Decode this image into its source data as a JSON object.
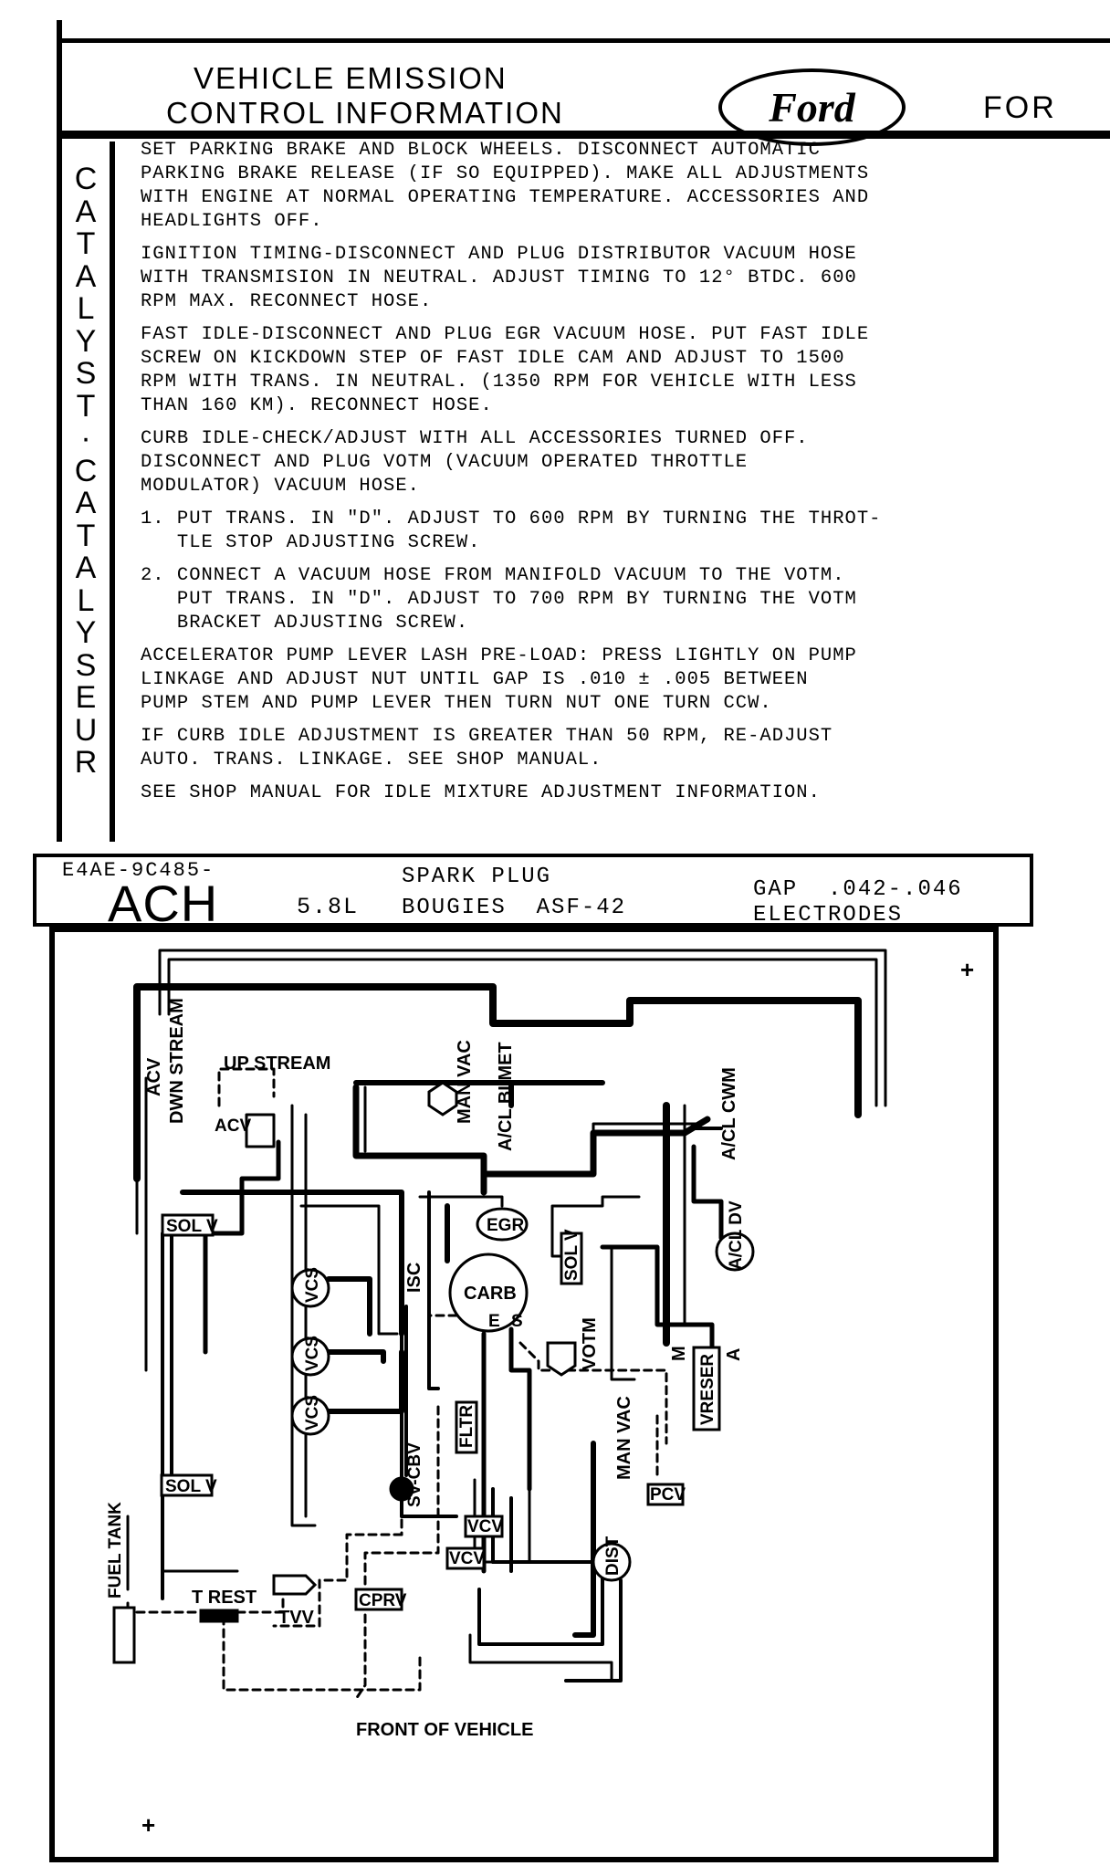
{
  "header": {
    "title_line1": "VEHICLE EMISSION",
    "title_line2": "CONTROL INFORMATION",
    "brand_logo": "Ford",
    "brand_text": "FOR"
  },
  "side_band": "CATALYST·CATALYSEUR",
  "instructions": [
    "SET PARKING BRAKE AND BLOCK WHEELS. DISCONNECT AUTOMATIC",
    "PARKING BRAKE RELEASE (IF SO EQUIPPED). MAKE ALL ADJUSTMENTS",
    "WITH ENGINE AT NORMAL OPERATING TEMPERATURE. ACCESSORIES AND",
    "HEADLIGHTS OFF.",
    "IGNITION TIMING-DISCONNECT AND PLUG DISTRIBUTOR VACUUM HOSE",
    "WITH TRANSMISION IN NEUTRAL. ADJUST TIMING TO 12° BTDC. 600",
    "RPM MAX. RECONNECT HOSE.",
    "FAST IDLE-DISCONNECT AND PLUG EGR VACUUM HOSE. PUT FAST IDLE",
    "SCREW ON KICKDOWN STEP OF FAST IDLE CAM AND ADJUST TO 1500",
    "RPM WITH TRANS. IN NEUTRAL. (1350 RPM FOR VEHICLE WITH LESS",
    "THAN 160 KM). RECONNECT HOSE.",
    "CURB IDLE-CHECK/ADJUST WITH ALL ACCESSORIES TURNED OFF.",
    "DISCONNECT AND PLUG VOTM (VACUUM OPERATED THROTTLE",
    "MODULATOR) VACUUM HOSE.",
    "1. PUT TRANS. IN \"D\". ADJUST TO 600 RPM BY TURNING THE THROT-",
    "   TLE STOP ADJUSTING SCREW.",
    "2. CONNECT A VACUUM HOSE FROM MANIFOLD VACUUM TO THE VOTM.",
    "   PUT TRANS. IN \"D\". ADJUST TO 700 RPM BY TURNING THE VOTM",
    "   BRACKET ADJUSTING SCREW.",
    "ACCELERATOR PUMP LEVER LASH PRE-LOAD: PRESS LIGHTLY ON PUMP",
    "LINKAGE AND ADJUST NUT UNTIL GAP IS .010 ± .005 BETWEEN",
    "PUMP STEM AND PUMP LEVER THEN TURN NUT ONE TURN CCW.",
    "IF CURB IDLE ADJUSTMENT IS GREATER THAN 50 RPM, RE-ADJUST",
    "AUTO. TRANS. LINKAGE. SEE SHOP MANUAL.",
    "SEE SHOP MANUAL FOR IDLE MIXTURE ADJUSTMENT INFORMATION."
  ],
  "part_strip": {
    "part_number": "E4AE-9C485-",
    "calibration_code": "ACH",
    "engine": "5.8L",
    "plug_label_en": "SPARK PLUG",
    "plug_label_fr": "BOUGIES",
    "plug_type": "ASF-42",
    "gap_label_en": "GAP",
    "gap_value": ".042-.046",
    "gap_label_fr": "ELECTRODES"
  },
  "diagram": {
    "labels": {
      "acv": "ACV",
      "dwn_stream": "DWN STREAM",
      "up_stream": "UP STREAM",
      "acv_valve": "ACV",
      "man_vac_top": "MAN VAC",
      "acl_bimet": "A/CL BI MET",
      "acl_cwm": "A/CL CWM",
      "egr": "EGR",
      "isc": "ISC",
      "carb": "CARB",
      "carb_e": "E",
      "carb_s": "S",
      "sol_v_left": "SOL V",
      "sol_v_right": "SOL V",
      "sol_v_bottom": "SOL V",
      "vcs1": "VCS",
      "vcs2": "VCS",
      "vcs3": "VCS",
      "acl_dv": "A/CL DV",
      "votm": "VOTM",
      "vreser": "VRESER",
      "vreser_m": "M",
      "vreser_a": "A",
      "fltr": "FLTR",
      "man_vac_bottom": "MAN VAC",
      "dist": "DIST",
      "pcv": "PCV",
      "vcv1": "VCV",
      "vcv2": "VCV",
      "sv_cbv": "SV-CBV",
      "fuel_tank": "FUEL TANK",
      "t_rest": "T REST",
      "tvv": "TVV",
      "cprv": "CPRV",
      "front": "FRONT OF VEHICLE",
      "plus": "+"
    }
  }
}
